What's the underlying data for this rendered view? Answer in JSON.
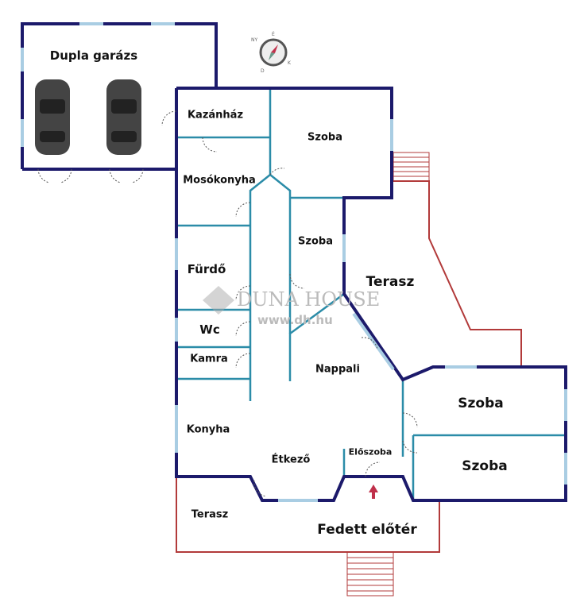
{
  "plan": {
    "rooms": {
      "garage": "Dupla garázs",
      "boiler": "Kazánház",
      "laundry": "Mosókonyha",
      "bath": "Fürdő",
      "wc": "Wc",
      "pantry": "Kamra",
      "kitchen": "Konyha",
      "dining": "Étkező",
      "hall": "Előszoba",
      "living": "Nappali",
      "room1": "Szoba",
      "room2": "Szoba",
      "room3": "Szoba",
      "room4": "Szoba",
      "terrace_right": "Terasz",
      "terrace_bottom": "Terasz",
      "covered_entry": "Fedett előtér"
    },
    "watermark": {
      "brand": "DUNA HOUSE",
      "url": "www.dh.hu"
    },
    "compass": {
      "n": "É",
      "e": "K",
      "s": "D",
      "w": "NY"
    },
    "colors": {
      "outer_wall": "#1c1a6b",
      "inner_wall": "#2b8ca8",
      "terrace": "#b23a3a",
      "window": "#a9cde3",
      "entry_arrow": "#c0304a"
    }
  }
}
